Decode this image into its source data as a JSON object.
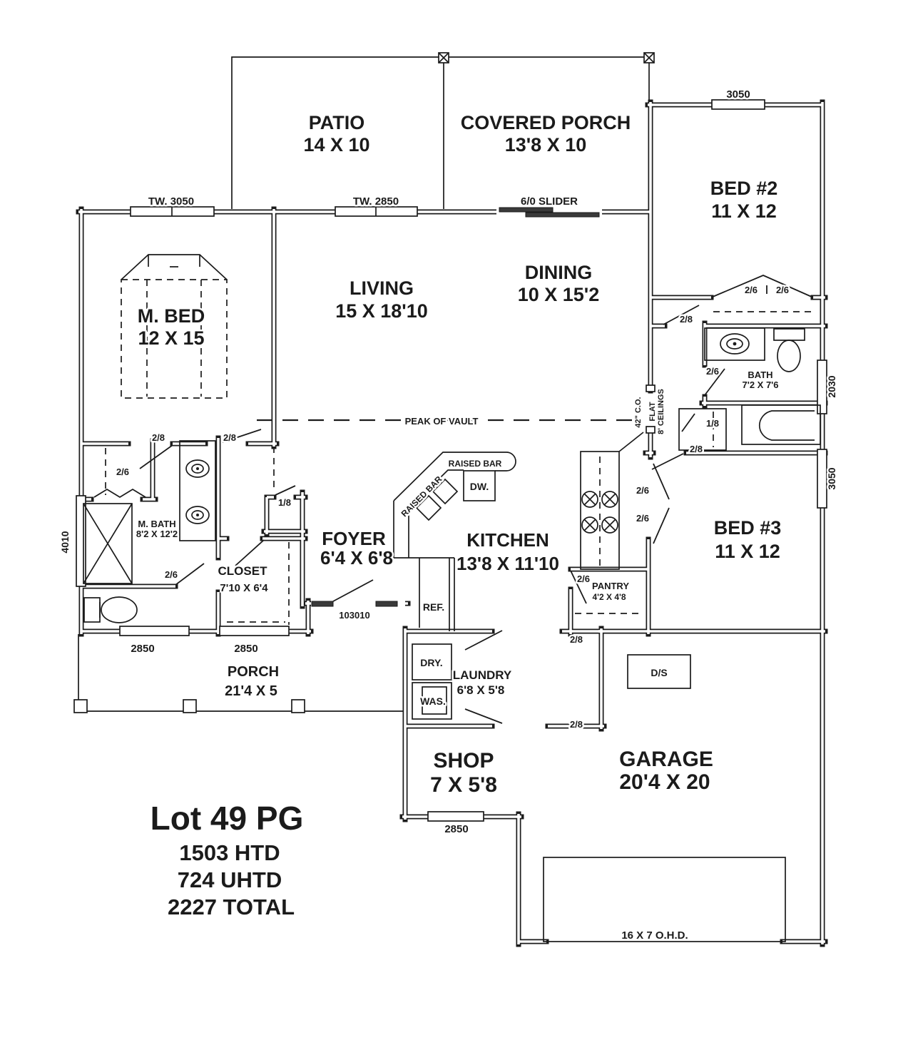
{
  "plan": {
    "lot_title": "Lot 49 PG",
    "heated": "1503 HTD",
    "unheated": "724 UHTD",
    "total": "2227 TOTAL"
  },
  "rooms": {
    "patio": {
      "name": "PATIO",
      "dims": "14 X 10"
    },
    "covered_porch": {
      "name": "COVERED PORCH",
      "dims": "13'8 X 10"
    },
    "bed2": {
      "name": "BED #2",
      "dims": "11 X 12"
    },
    "master_bed": {
      "name": "M. BED",
      "dims": "12 X 15"
    },
    "living": {
      "name": "LIVING",
      "dims": "15 X 18'10"
    },
    "dining": {
      "name": "DINING",
      "dims": "10 X 15'2"
    },
    "bath": {
      "name": "BATH",
      "dims": "7'2 X 7'6"
    },
    "bed3": {
      "name": "BED #3",
      "dims": "11 X 12"
    },
    "master_bath": {
      "name": "M. BATH",
      "dims": "8'2 X 12'2"
    },
    "closet": {
      "name": "CLOSET",
      "dims": "7'10 X 6'4"
    },
    "foyer": {
      "name": "FOYER",
      "dims": "6'4 X 6'8"
    },
    "kitchen": {
      "name": "KITCHEN",
      "dims": "13'8 X 11'10"
    },
    "pantry": {
      "name": "PANTRY",
      "dims": "4'2 X 4'8"
    },
    "laundry": {
      "name": "LAUNDRY",
      "dims": "6'8 X 5'8"
    },
    "porch": {
      "name": "PORCH",
      "dims": "21'4 X 5"
    },
    "shop": {
      "name": "SHOP",
      "dims": "7 X 5'8"
    },
    "garage": {
      "name": "GARAGE",
      "dims": "20'4 X 20"
    }
  },
  "windows": {
    "tw3050": "TW. 3050",
    "tw2850": "TW. 2850",
    "slider": "6/0 SLIDER",
    "bed2_3050": "3050",
    "bath_2030": "2030",
    "bed3_3050": "3050",
    "mbath_4010": "4010",
    "porch_2850_a": "2850",
    "porch_2850_b": "2850",
    "shop_2850": "2850",
    "entry_103010": "103010"
  },
  "doors": {
    "mbath_hall": "2/8",
    "mbed": "2/8",
    "linen_bifold": "2/6",
    "water_closet": "2/6",
    "coat": "1/8",
    "laundry_top": "2/8",
    "laundry_bottom": "2/8",
    "pantry": "2/6",
    "kitchen_a": "2/6",
    "kitchen_b": "2/6",
    "bed2": "2/8",
    "bath": "2/6",
    "bath_linen": "1/8",
    "bed3": "2/8",
    "hall_closet_left": "2/6",
    "hall_closet_right": "2/6"
  },
  "annotations": {
    "peak": "PEAK OF VAULT",
    "raised_bar_top": "RAISED BAR",
    "raised_bar_diag": "RAISED BAR",
    "dishwasher": "DW.",
    "refrigerator": "REF.",
    "dryer": "DRY.",
    "washer": "WAS.",
    "drop_step": "D/S",
    "overhead_door": "16 X 7 O.H.D.",
    "cased_opening": "42\" C.O.",
    "flat": "FLAT",
    "ceilings": "8' CEILINGS"
  }
}
